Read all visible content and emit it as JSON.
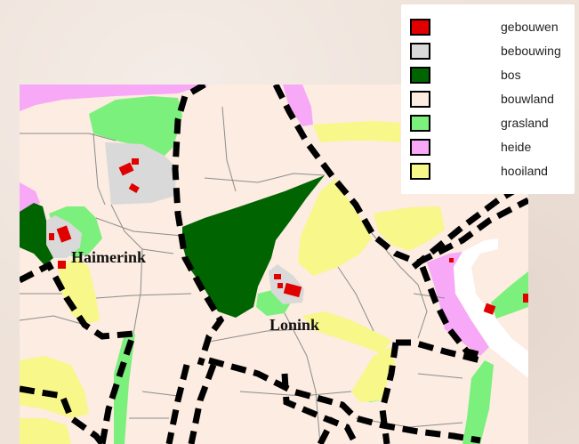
{
  "colors": {
    "gebouwen": "#e00000",
    "bebouwing": "#d9d9d9",
    "bos": "#006400",
    "bouwland": "#fcece1",
    "grasland": "#7cf07c",
    "heide": "#f7a8f7",
    "hooiland": "#f7f78a",
    "boundary": "#000000",
    "road": "#ffffff"
  },
  "legend": [
    {
      "key": "gebouwen",
      "label": "gebouwen"
    },
    {
      "key": "bebouwing",
      "label": "bebouwing"
    },
    {
      "key": "bos",
      "label": "bos"
    },
    {
      "key": "bouwland",
      "label": "bouwland"
    },
    {
      "key": "grasland",
      "label": "grasland"
    },
    {
      "key": "heide",
      "label": "heide"
    },
    {
      "key": "hooiland",
      "label": "hooiland"
    }
  ],
  "places": {
    "haimerink": "Haimerink",
    "lonink": "Lonink"
  }
}
